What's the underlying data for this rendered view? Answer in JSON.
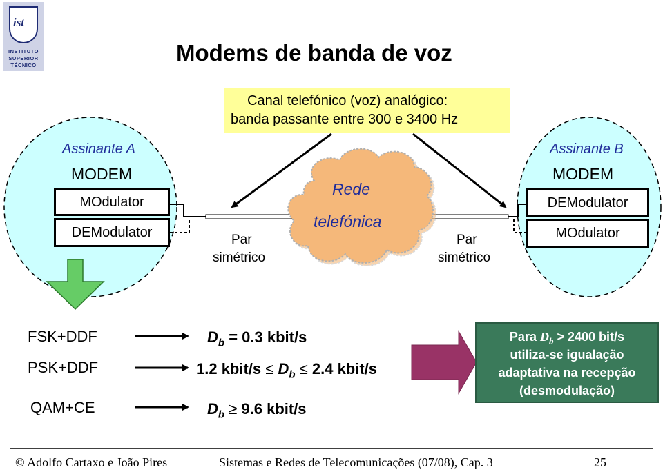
{
  "title": "Modems de banda de voz",
  "logo": {
    "name": "IST logo",
    "lines": [
      "INSTITUTO",
      "SUPERIOR",
      "TÉCNICO"
    ],
    "monogram": "ist"
  },
  "channel_note": {
    "line1": "Canal telefónico (voz) analógico:",
    "line2": "banda passante entre 300 e 3400 Hz"
  },
  "network": {
    "line1": "Rede",
    "line2": "telefónica"
  },
  "subscriber_a": {
    "label": "Assinante A",
    "device": "MODEM",
    "box1": "MOdulator",
    "box2": "DEModulator"
  },
  "subscriber_b": {
    "label": "Assinante B",
    "device": "MODEM",
    "box1": "DEModulator",
    "box2": "MOdulator"
  },
  "pair_left": {
    "line1": "Par",
    "line2": "simétrico"
  },
  "pair_right": {
    "line1": "Par",
    "line2": "simétrico"
  },
  "techniques": [
    {
      "name": "FSK+DDF",
      "rate": "D b = 0.3 kbit/s"
    },
    {
      "name": "PSK+DDF",
      "rate": "1.2 kbit/s ≤ D b ≤ 2.4 kbit/s"
    },
    {
      "name": "QAM+CE",
      "rate": "D b ≥ 9.6 kbit/s"
    }
  ],
  "rate_parts": {
    "r1_var": "D",
    "r1_sub": "b",
    "r1_val": "= 0.3 kbit/s",
    "r2_low": "1.2 kbit/s",
    "r2_var": "D",
    "r2_sub": "b",
    "r2_high": "2.4 kbit/s",
    "r3_var": "D",
    "r3_sub": "b",
    "r3_val": "9.6 kbit/s",
    "le": "≤",
    "ge": "≥"
  },
  "note": {
    "line1_pre": "Para",
    "line1_var": "D",
    "line1_sub": "b",
    "line1_post": "> 2400 bit/s",
    "line2": "utiliza-se igualação",
    "line3": "adaptativa na recepção",
    "line4": "(desmodulação)"
  },
  "footer": {
    "authors": "© Adolfo Cartaxo e João Pires",
    "course": "Sistemas e Redes de Telecomunicações (07/08), Cap. 3",
    "page": "25"
  },
  "colors": {
    "ellipse_fill": "#ccffff",
    "cloud_fill": "#f5b87a",
    "note_fill": "#3a7a5a",
    "note_arrow": "#993366",
    "down_arrow": "#66cc66",
    "yellow_box": "#ffff99"
  }
}
